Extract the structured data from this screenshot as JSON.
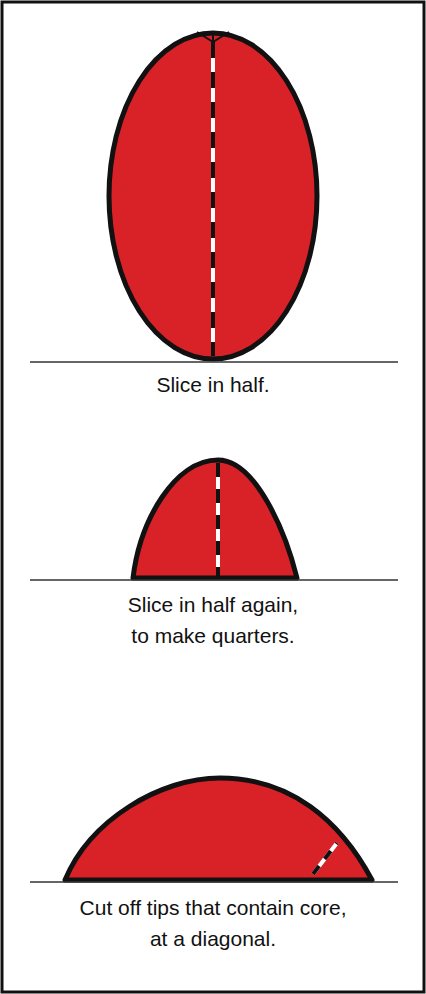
{
  "diagram": {
    "labels": [
      "Slice in half.",
      "Slice in half again, to make quarters.",
      "Cut off tips that contain core, at a diagonal."
    ]
  }
}
